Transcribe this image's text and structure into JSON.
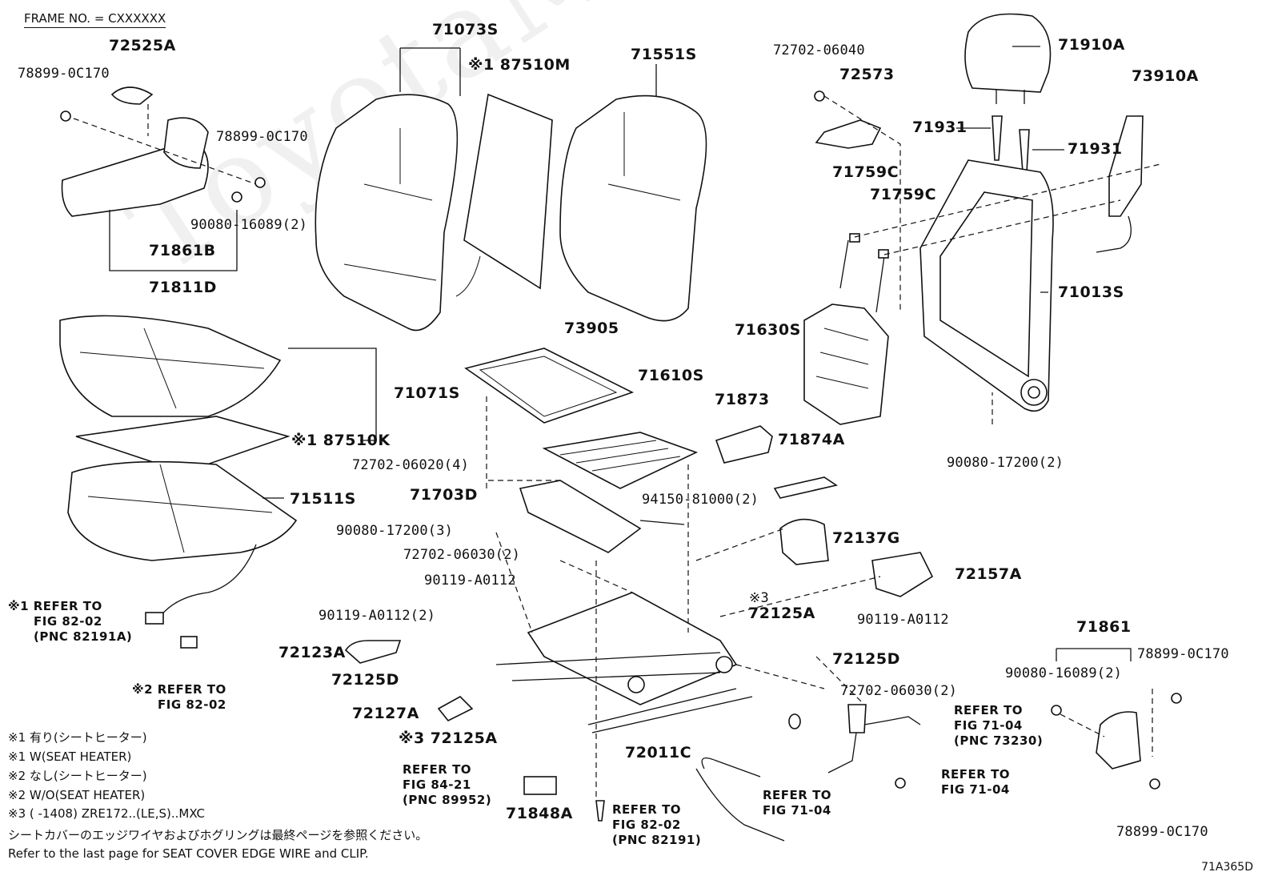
{
  "frame_no": "FRAME NO. = CXXXXXX",
  "watermark": "ToyotaMirror.ru",
  "diagram_code": "71A365D",
  "labels": {
    "p72525A": "72525A",
    "p78899_0C170_tl": "78899-0C170",
    "p78899_0C170_tl2": "78899-0C170",
    "p90080_16089_tl": "90080-16089(2)",
    "p71861B": "71861B",
    "p71811D": "71811D",
    "p71073S": "71073S",
    "p87510M": "※1 87510M",
    "p71551S": "71551S",
    "p72702_06040": "72702-06040",
    "p72573": "72573",
    "p71910A": "71910A",
    "p73910A": "73910A",
    "p71931a": "71931",
    "p71931b": "71931",
    "p71759Ca": "71759C",
    "p71759Cb": "71759C",
    "p71013S": "71013S",
    "p71630S": "71630S",
    "p71071S": "71071S",
    "p87510K": "※1 87510K",
    "p71511S": "71511S",
    "p73905": "73905",
    "p71610S": "71610S",
    "p71873": "71873",
    "p71874A": "71874A",
    "p72702_06020": "72702-06020(4)",
    "p71703D": "71703D",
    "p94150_81000": "94150-81000(2)",
    "p90080_17200_3": "90080-17200(3)",
    "p90080_17200_2": "90080-17200(2)",
    "p72702_06030_2a": "72702-06030(2)",
    "p90119_A0112a": "90119-A0112",
    "p72137G": "72137G",
    "p72157A": "72157A",
    "p90119_A0112_2": "90119-A0112(2)",
    "p72125A_3top": "※3",
    "p72125A_top": "72125A",
    "p90119_A0112b": "90119-A0112",
    "p72123A": "72123A",
    "p72125D_a": "72125D",
    "p72125D_b": "72125D",
    "p72127A": "72127A",
    "p72702_06030_2b": "72702-06030(2)",
    "p72125A_bot": "※3 72125A",
    "p72011C": "72011C",
    "p71848A": "71848A",
    "p71861": "71861",
    "p90080_16089_br": "90080-16089(2)",
    "p78899_0C170_br1": "78899-0C170",
    "p78899_0C170_br2": "78899-0C170"
  },
  "refs": {
    "r1_l1": "※1 REFER TO",
    "r1_l2": "FIG 82-02",
    "r1_l3": "(PNC 82191A)",
    "r2_l1": "※2 REFER TO",
    "r2_l2": "FIG 82-02",
    "r3_l1": "REFER TO",
    "r3_l2": "FIG 84-21",
    "r3_l3": "(PNC 89952)",
    "r4_l1": "REFER TO",
    "r4_l2": "FIG 82-02",
    "r4_l3": "(PNC 82191)",
    "r5_l1": "REFER TO",
    "r5_l2": "FIG 71-04",
    "r6_l1": "REFER TO",
    "r6_l2": "FIG 71-04",
    "r6_l3": "(PNC 73230)",
    "r7_l1": "REFER TO",
    "r7_l2": "FIG 71-04"
  },
  "notes": {
    "n1": "※1 有り(シートヒーター)",
    "n2": "※1 W(SEAT HEATER)",
    "n3": "※2 なし(シートヒーター)",
    "n4": "※2 W/O(SEAT HEATER)",
    "n5": "※3 (     -1408) ZRE172..(LE,S)..MXC",
    "n6": "シートカバーのエッジワイヤおよびホグリングは最終ページを参照ください。",
    "n7": "Refer to the last page for SEAT COVER EDGE WIRE and CLIP."
  }
}
